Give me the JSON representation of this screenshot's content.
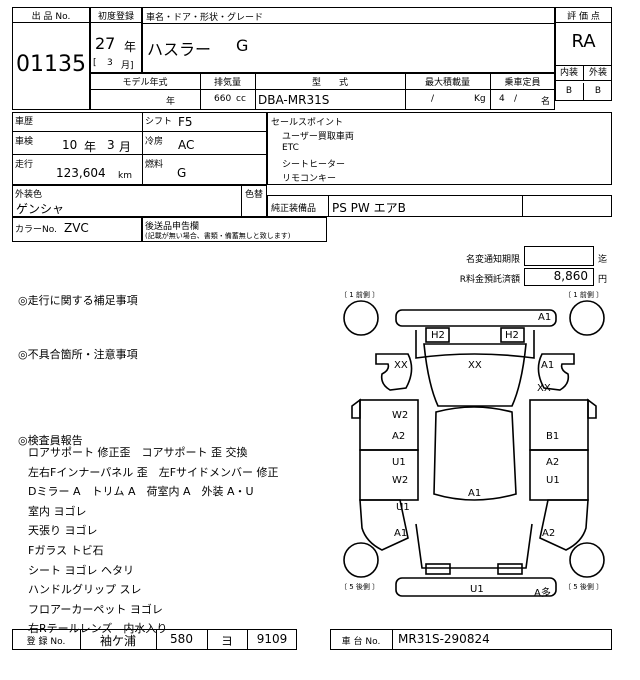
{
  "header": {
    "lot_no_label": "出 品 No.",
    "lot_no": "01135",
    "first_reg_label": "初度登録",
    "first_reg_year": "27",
    "first_reg_year_unit": "年",
    "first_reg_month_bracket_open": "[",
    "first_reg_month": "3",
    "first_reg_month_unit": "月]",
    "name_label": "車名・ドア・形状・グレード",
    "car_name": "ハスラー",
    "grade": "G",
    "score_label": "評 価 点",
    "score": "RA",
    "interior_label": "内装",
    "exterior_label": "外装",
    "interior_grade": "B",
    "exterior_grade": "B"
  },
  "spec_row": {
    "model_year_label": "モデル年式",
    "model_year_unit": "年",
    "displacement_label": "排気量",
    "displacement": "660",
    "displacement_unit": "cc",
    "type_label": "型　　式",
    "type": "DBA-MR31S",
    "max_load_label": "最大積載量",
    "max_load_slash": "/",
    "max_load_unit": "Kg",
    "capacity_label": "乗車定員",
    "capacity": "4",
    "capacity_slash": "/",
    "capacity_unit": "名"
  },
  "details": {
    "history_label": "車歴",
    "inspection_label": "車検",
    "inspection_year": "10",
    "inspection_year_unit": "年",
    "inspection_month": "3",
    "inspection_month_unit": "月",
    "mileage_label": "走行",
    "mileage": "123,604",
    "mileage_unit": "km",
    "shift_label": "シフト",
    "shift": "F5",
    "ac_label": "冷房",
    "ac": "AC",
    "fuel_label": "燃料",
    "fuel": "G",
    "sales_points_label": "セールスポイント",
    "sales_points": [
      "ユーザー買取車両",
      "ETC",
      "シートヒーター",
      "リモコンキー"
    ],
    "exterior_color_label": "外装色",
    "exterior_color": "ゲンシャ",
    "color_change_label": "色替",
    "standard_equipment_label": "純正装備品",
    "standard_equipment": "PS PW エアB",
    "color_no_label": "カラーNo.",
    "color_no": "ZVC",
    "later_report_label": "後送品申告欄",
    "later_report_note": "(記載が無い場合、書類・備蓄無しと致します)"
  },
  "meter": {
    "change_deadline_label": "名変通知期限",
    "change_deadline_unit": "迄",
    "recycle_label": "R料金預託済額",
    "recycle_amount": "8,860",
    "recycle_unit": "円"
  },
  "notes": {
    "supplement_heading": "◎走行に関する補足事項",
    "defects_heading": "◎不具合箇所・注意事項",
    "inspector_heading": "◎検査員報告",
    "inspector_lines": [
      "ロアサポート 修正歪　コアサポート 歪 交換",
      "左右Fインナーパネル 歪　左Fサイドメンバー 修正",
      "Dミラー A　トリム A　荷室内 A　外装 A・U",
      "室内 ヨゴレ",
      "天張り ヨゴレ",
      "Fガラス トビ石",
      "シート ヨゴレ ヘタリ",
      "ハンドルグリップ スレ",
      "フロアーカーペット ヨゴレ",
      "右Rテールレンズ　内水入り"
    ]
  },
  "diagram": {
    "front_left_bracket": "〔 1 前側 〕",
    "front_right_bracket": "〔 1 前側 〕",
    "rear_left_bracket": "〔 5 後側 〕",
    "rear_right_bracket": "〔 5 後側 〕",
    "marks": {
      "bumper_front": "A1",
      "headlight_left": "H2",
      "headlight_right": "H2",
      "hood": "XX",
      "fender_left": "XX",
      "fender_right_a1": "A1",
      "fender_right_xx": "XX",
      "door_left_w2": "W2",
      "door_left_a2": "A2",
      "door_right_b1": "B1",
      "door_left_u1": "U1",
      "door_left_w2b": "W2",
      "door_right_a2": "A2",
      "door_right_u1": "U1",
      "roof": "A1",
      "quarter_left_u1": "U1",
      "quarter_left_a1": "A1",
      "quarter_right_a2": "A2",
      "rear_u1": "U1",
      "rear_a_many": "A多"
    }
  },
  "footer": {
    "reg_no_label": "登 録 No.",
    "reg_area": "袖ケ浦",
    "reg_class": "580",
    "reg_kana": "ヨ",
    "reg_number": "9109",
    "chassis_no_label": "車 台 No.",
    "chassis_no": "MR31S-290824"
  }
}
